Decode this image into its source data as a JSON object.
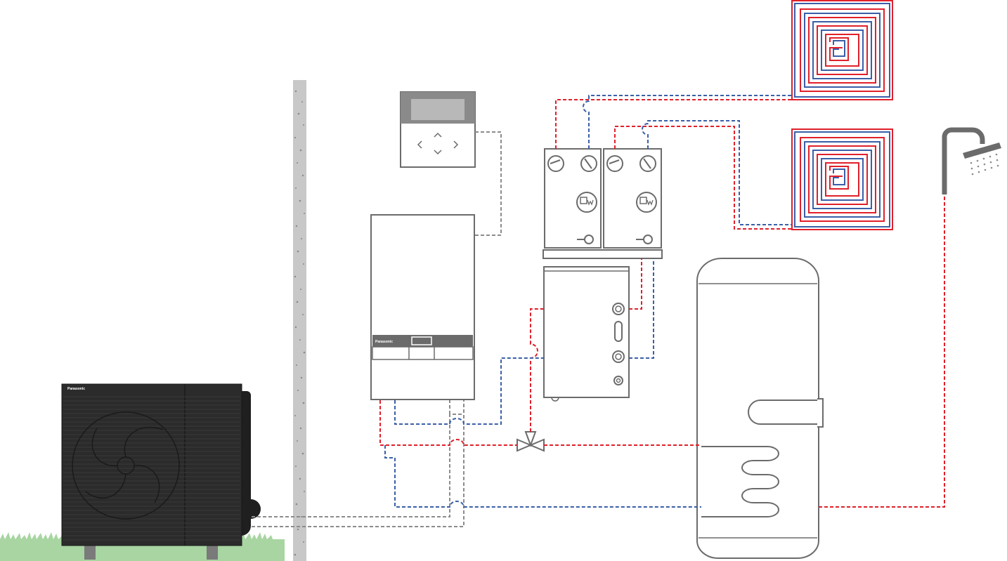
{
  "diagram": {
    "outdoor_unit": {
      "brand": "Panasonic"
    },
    "indoor_unit": {
      "brand": "Panasonic"
    },
    "colors": {
      "supply": "#e0202a",
      "return": "#3b5fa8",
      "control": "#8c8c8c",
      "equipment": "#6b6b6b",
      "outdoor_unit": "#2b2b2b",
      "wall": "#c8c8c8",
      "grass": "#a8d5a2"
    },
    "icons": {
      "remote": "remote-controller",
      "pump": "circulation-pump",
      "gauge": "temperature-gauge",
      "valve": "three-way-valve",
      "shower": "shower-head",
      "floor_heating": "underfloor-heating-loop",
      "cylinder": "hot-water-cylinder",
      "buffer": "buffer-tank",
      "fan": "fan"
    }
  }
}
